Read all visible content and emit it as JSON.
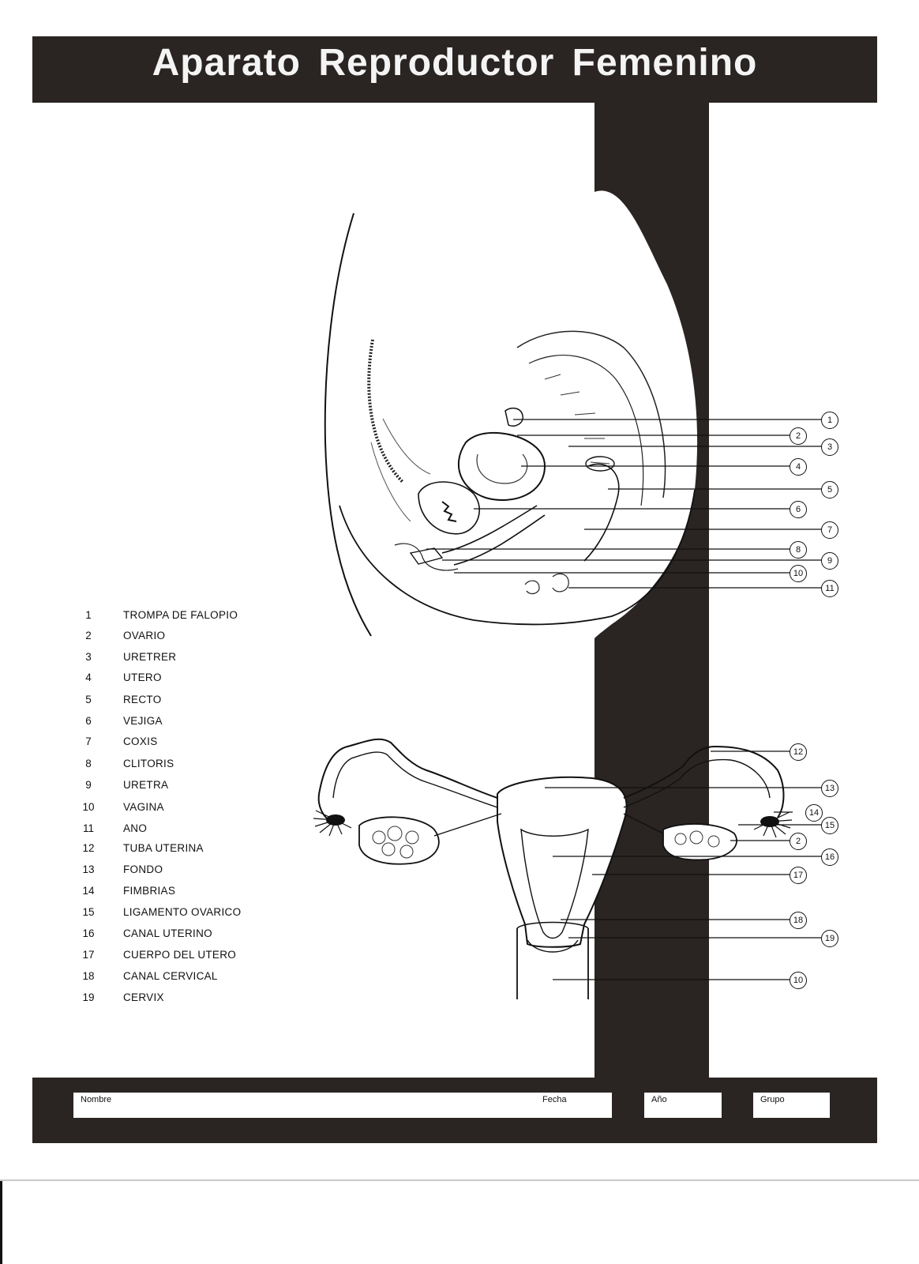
{
  "title": "Aparato Reproductor Femenino",
  "legend": [
    {
      "number": "1",
      "label": "TROMPA DE FALOPIO"
    },
    {
      "number": "2",
      "label": "OVARIO"
    },
    {
      "number": "3",
      "label": "URETRER"
    },
    {
      "number": "4",
      "label": "UTERO"
    },
    {
      "number": "5",
      "label": "RECTO"
    },
    {
      "number": "6",
      "label": "VEJIGA"
    },
    {
      "number": "7",
      "label": "COXIS"
    },
    {
      "number": "8",
      "label": "CLITORIS"
    },
    {
      "number": "9",
      "label": "URETRA"
    },
    {
      "number": "10",
      "label": "VAGINA"
    },
    {
      "number": "11",
      "label": "ANO"
    },
    {
      "number": "12",
      "label": "TUBA UTERINA"
    },
    {
      "number": "13",
      "label": "FONDO"
    },
    {
      "number": "14",
      "label": "FIMBRIAS"
    },
    {
      "number": "15",
      "label": "LIGAMENTO OVARICO"
    },
    {
      "number": "16",
      "label": "CANAL UTERINO"
    },
    {
      "number": "17",
      "label": "CUERPO DEL UTERO"
    },
    {
      "number": "18",
      "label": "CANAL CERVICAL"
    },
    {
      "number": "19",
      "label": "CERVIX"
    }
  ],
  "sagittal_callouts": [
    "1",
    "2",
    "3",
    "4",
    "5",
    "6",
    "7",
    "8",
    "9",
    "10",
    "11"
  ],
  "frontal_callouts": [
    "12",
    "13",
    "14",
    "15",
    "2",
    "16",
    "17",
    "18",
    "19",
    "10"
  ],
  "footer": {
    "name_label": "Nombre",
    "date_label": "Fecha",
    "year_label": "Año",
    "group_label": "Grupo"
  },
  "colors": {
    "band": "#2a2422",
    "paper": "#ffffff",
    "ink": "#111111"
  }
}
